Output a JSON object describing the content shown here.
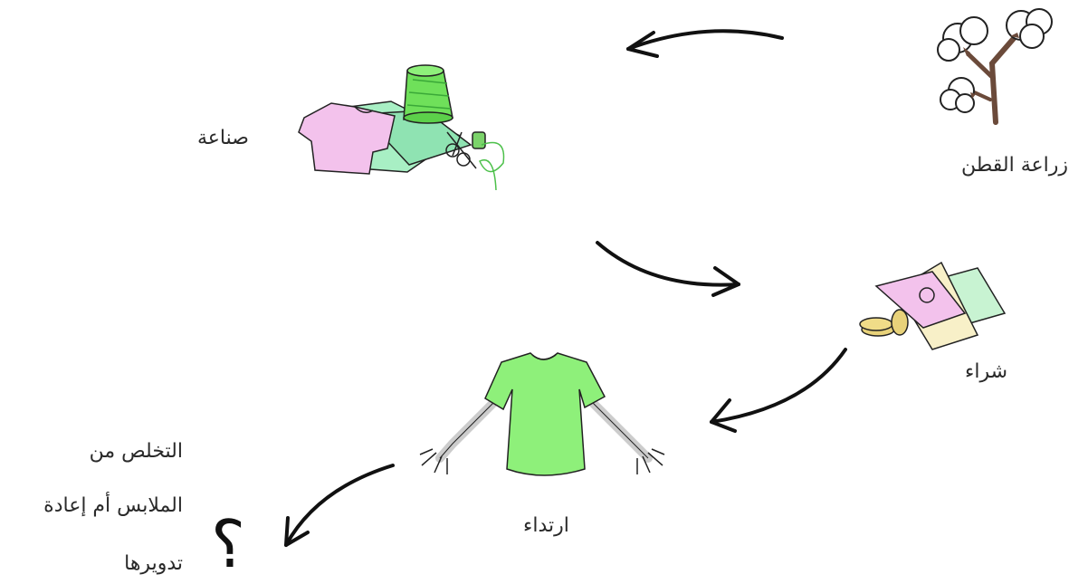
{
  "stages": {
    "farming": "زراعة القطن",
    "making": "صناعة",
    "buying": "شراء",
    "wearing": "ارتداء"
  },
  "end": {
    "line1": "التخلص من",
    "line2": "الملابس أم إعادة",
    "line3": "تدويرها",
    "question_mark": "?"
  },
  "icons": [
    "cotton-plant-icon",
    "fabric-sewing-icon",
    "money-icon",
    "tshirt-wearing-icon"
  ],
  "colors": {
    "arrow": "#111111",
    "shirt_green": "#8ef07a",
    "pink": "#f3c2ec",
    "mint": "#a8efc4",
    "cotton_branch": "#6b4a3a"
  }
}
